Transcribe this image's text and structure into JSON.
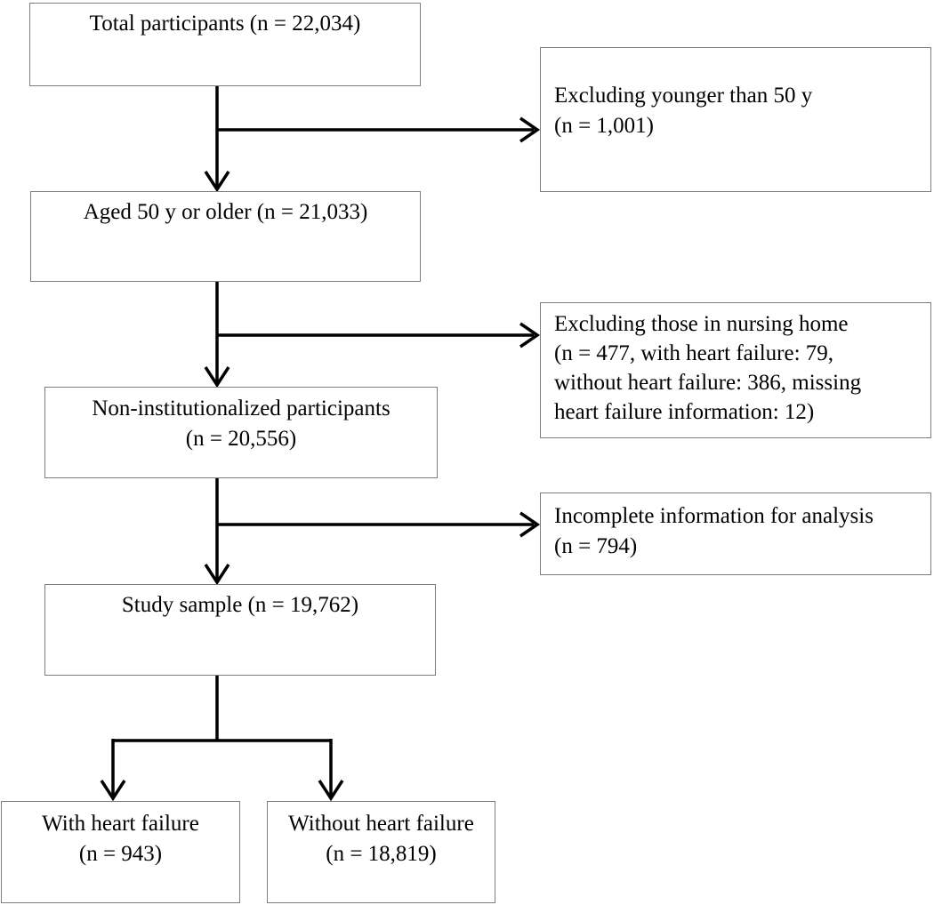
{
  "figure": {
    "type": "participant-flow-diagram",
    "background_color": "#ffffff",
    "box_border_color": "#7d7d7d",
    "arrow_color": "#000000",
    "text_color": "#000000"
  },
  "boxes": {
    "total": {
      "lines": [
        "Total participants (n = 22,034)"
      ]
    },
    "aged50": {
      "lines": [
        "Aged 50 y or older (n = 21,033)"
      ]
    },
    "noninstitutionalized": {
      "lines": [
        "Non-institutionalized participants",
        "(n = 20,556)"
      ]
    },
    "study_sample": {
      "lines": [
        "Study sample (n = 19,762)"
      ]
    },
    "excluded_age": {
      "lines": [
        "Excluding younger than 50 y",
        "(n = 1,001)"
      ]
    },
    "excluded_nursing": {
      "lines": [
        "Excluding those in nursing home",
        "(n = 477, with heart failure: 79,",
        "without heart failure: 386, missing",
        "heart failure information: 12)"
      ]
    },
    "excluded_incomplete": {
      "lines": [
        "Incomplete information for analysis",
        "(n = 794)"
      ]
    },
    "with_heart_failure": {
      "lines": [
        "With heart failure",
        "(n = 943)"
      ]
    },
    "without_heart_failure": {
      "lines": [
        "Without heart failure",
        "(n = 18,819)"
      ]
    }
  }
}
